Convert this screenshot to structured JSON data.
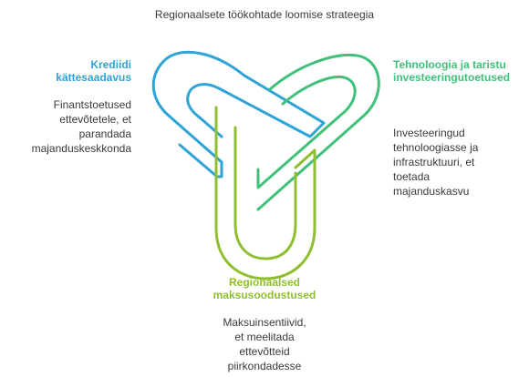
{
  "title": "Regionaalsete töökohtade loomise strateegia",
  "colors": {
    "credit": "#2ea3d5",
    "tech": "#3fc17a",
    "tax": "#8fbf2e",
    "text": "#3a3a3a"
  },
  "sections": {
    "credit": {
      "heading": [
        "Krediidi",
        "kättesaadavus"
      ],
      "description": [
        "Finantstoetused",
        "ettevõtetele, et",
        "parandada",
        "majanduskeskkonda"
      ]
    },
    "tech": {
      "heading": [
        "Tehnoloogia ja taristu",
        "investeeringutoetused"
      ],
      "description": [
        "Investeeringud",
        "tehnoloogiasse ja",
        "infrastruktuuri, et",
        "toetada",
        "majanduskasvu"
      ]
    },
    "tax": {
      "heading": [
        "Regionaalsed",
        "maksusoodustused"
      ],
      "description": [
        "Maksuinsentiivid,",
        "et meelitada",
        "ettevõtteid",
        "piirkondadesse"
      ]
    }
  }
}
